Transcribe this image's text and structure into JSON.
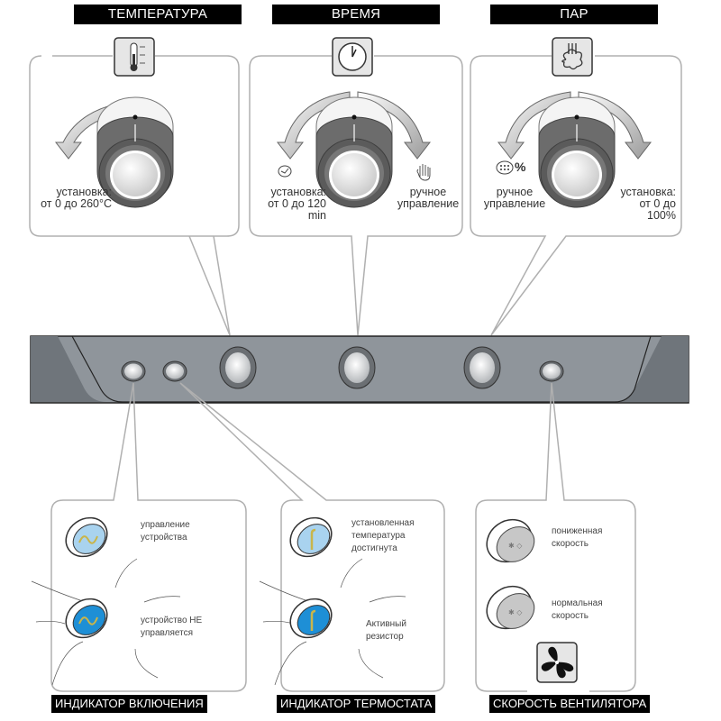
{
  "top_panels": [
    {
      "title": "ТЕМПЕРАТУРА",
      "icon": "thermometer-icon",
      "left_label": [
        "установка:",
        "от 0 до 260°C"
      ],
      "right_label": []
    },
    {
      "title": "ВРЕМЯ",
      "icon": "clock-icon",
      "left_label": [
        "установка:",
        "от 0 до 120 min"
      ],
      "right_label": [
        "ручное",
        "управление"
      ],
      "left_icon": "timer-icon",
      "right_icon": "hand-icon"
    },
    {
      "title": "ПАР",
      "icon": "steam-icon",
      "left_label": [
        "ручное",
        "управление"
      ],
      "right_label": [
        "установка:",
        "от 0 до",
        "100%"
      ],
      "left_icon": "humidity-percent-icon",
      "left_icon_text": "%"
    }
  ],
  "bottom_panels": [
    {
      "title": "ИНДИКАТОР ВКЛЮЧЕНИЯ",
      "items": [
        {
          "text": [
            "управление",
            "устройства"
          ],
          "state": "off"
        },
        {
          "text": [
            "устройство НЕ",
            "управляется"
          ],
          "state": "on"
        }
      ]
    },
    {
      "title": "ИНДИКАТОР ТЕРМОСТАТА",
      "items": [
        {
          "text": [
            "установленная",
            "температура",
            "достигнута"
          ],
          "state": "off"
        },
        {
          "text": [
            "Активный",
            "резистор"
          ],
          "state": "on"
        }
      ]
    },
    {
      "title": "СКОРОСТЬ ВЕНТИЛЯТОРА",
      "icon": "fan-icon",
      "items": [
        {
          "text": [
            "пониженная",
            "скорость"
          ]
        },
        {
          "text": [
            "нормальная",
            "скорость"
          ]
        }
      ]
    }
  ],
  "colors": {
    "panel_bg": "#8e959c",
    "indicator_light": "#a9d3ef",
    "indicator_active": "#1e8fd6",
    "indicator_symbol": "#c9b54a",
    "title_bg": "#000000"
  }
}
